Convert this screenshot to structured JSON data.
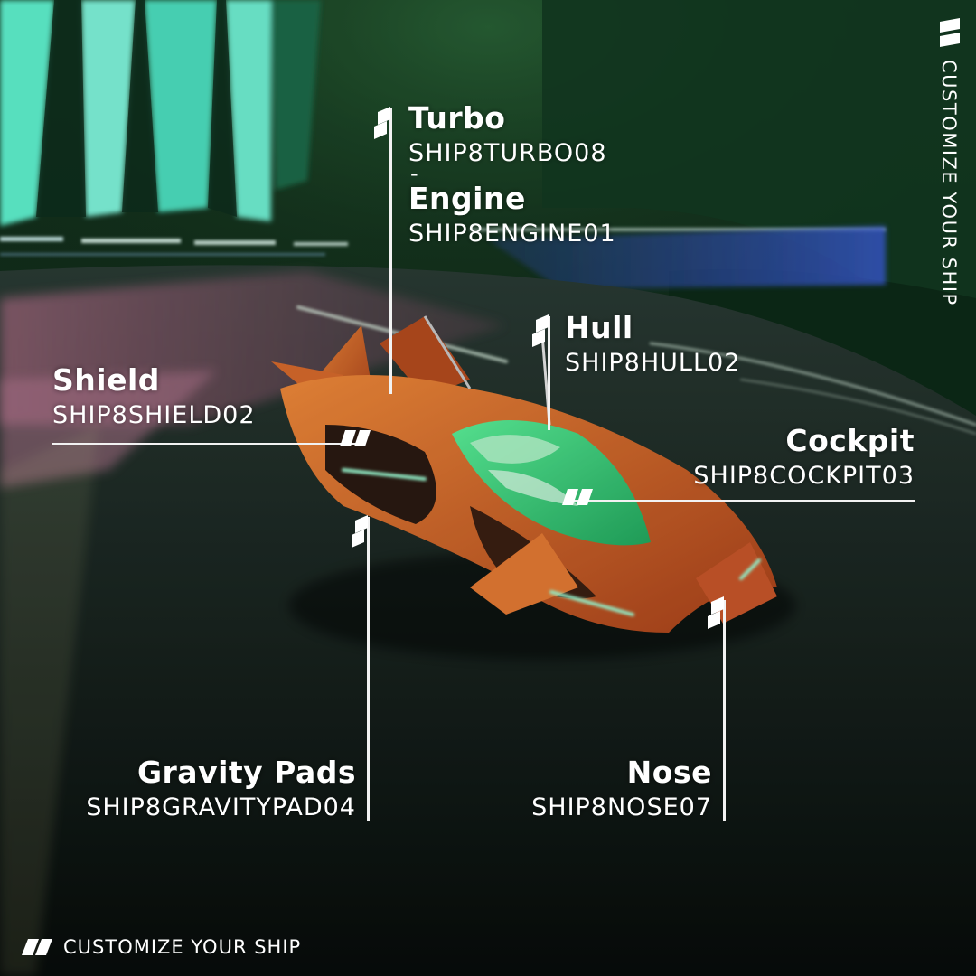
{
  "brand": {
    "tagline": "CUSTOMIZE YOUR SHIP",
    "side_tagline": "CUSTOMIZE YOUR SHIP",
    "logo_icon": "double-slash-icon"
  },
  "parts": {
    "turbo": {
      "name": "Turbo",
      "code": "SHIP8TURBO08"
    },
    "separator": "-",
    "engine": {
      "name": "Engine",
      "code": "SHIP8ENGINE01"
    },
    "hull": {
      "name": "Hull",
      "code": "SHIP8HULL02"
    },
    "shield": {
      "name": "Shield",
      "code": "SHIP8SHIELD02"
    },
    "cockpit": {
      "name": "Cockpit",
      "code": "SHIP8COCKPIT03"
    },
    "gravity_pads": {
      "name": "Gravity Pads",
      "code": "SHIP8GRAVITYPAD04"
    },
    "nose": {
      "name": "Nose",
      "code": "SHIP8NOSE07"
    }
  },
  "colors": {
    "ship_orange": "#d9601f",
    "ship_green": "#38d97c",
    "track_neon": "#7ff0d8",
    "track_pink": "#c97a9a",
    "background": "#0b1f12"
  }
}
